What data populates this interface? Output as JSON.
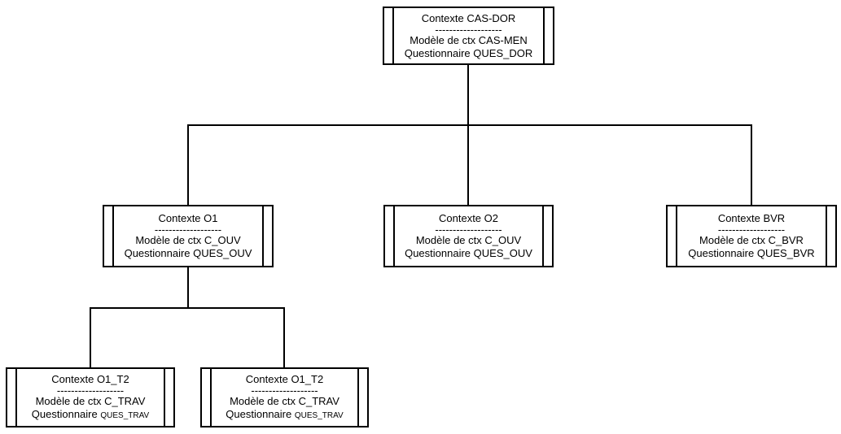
{
  "diagram": {
    "background_color": "#ffffff",
    "line_color": "#000000",
    "text_color": "#000000",
    "separator": "-------------------",
    "nodes": [
      {
        "id": "cas_dor",
        "title": "Contexte CAS-DOR",
        "model_line": "Modèle de ctx CAS-MEN",
        "questionnaire_label": "Questionnaire",
        "questionnaire_value": "QUES_DOR"
      },
      {
        "id": "o1",
        "title": "Contexte O1",
        "model_line": "Modèle de ctx C_OUV",
        "questionnaire_label": "Questionnaire",
        "questionnaire_value": "QUES_OUV"
      },
      {
        "id": "o2",
        "title": "Contexte O2",
        "model_line": "Modèle de ctx C_OUV",
        "questionnaire_label": "Questionnaire",
        "questionnaire_value": "QUES_OUV"
      },
      {
        "id": "bvr",
        "title": "Contexte BVR",
        "model_line": "Modèle de ctx C_BVR",
        "questionnaire_label": "Questionnaire",
        "questionnaire_value": "QUES_BVR"
      },
      {
        "id": "o1_t2_left",
        "title": "Contexte O1_T2",
        "model_line": "Modèle de ctx C_TRAV",
        "questionnaire_label": "Questionnaire",
        "questionnaire_value": "QUES_TRAV"
      },
      {
        "id": "o1_t2_right",
        "title": "Contexte O1_T2",
        "model_line": "Modèle de ctx C_TRAV",
        "questionnaire_label": "Questionnaire",
        "questionnaire_value": "QUES_TRAV"
      }
    ],
    "edges": [
      {
        "from": "cas_dor",
        "to": "o1"
      },
      {
        "from": "cas_dor",
        "to": "o2"
      },
      {
        "from": "cas_dor",
        "to": "bvr"
      },
      {
        "from": "o1",
        "to": "o1_t2_left"
      },
      {
        "from": "o1",
        "to": "o1_t2_right"
      }
    ]
  }
}
